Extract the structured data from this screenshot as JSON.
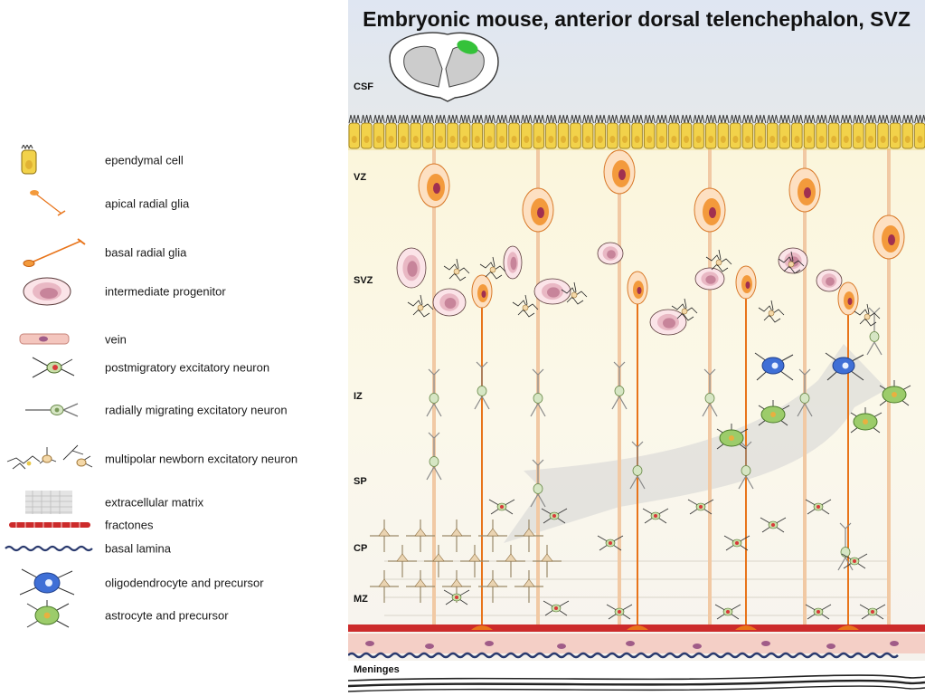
{
  "title": "Embryonic mouse, anterior dorsal telenchephalon, SVZ",
  "zones": [
    {
      "key": "csf",
      "label": "CSF"
    },
    {
      "key": "vz",
      "label": "VZ"
    },
    {
      "key": "svz",
      "label": "SVZ"
    },
    {
      "key": "iz",
      "label": "IZ"
    },
    {
      "key": "sp",
      "label": "SP"
    },
    {
      "key": "cp",
      "label": "CP"
    },
    {
      "key": "mz",
      "label": "MZ"
    },
    {
      "key": "meninges",
      "label": "Meninges"
    }
  ],
  "legend": [
    {
      "key": "ependymal",
      "label": "ependymal cell",
      "icon": "ependymal-cell-icon"
    },
    {
      "key": "apical-rg",
      "label": "apical  radial glia",
      "icon": "apical-radial-glia-icon"
    },
    {
      "key": "basal-rg",
      "label": "basal radial glia",
      "icon": "basal-radial-glia-icon"
    },
    {
      "key": "ip",
      "label": "intermediate progenitor",
      "icon": "intermediate-progenitor-icon"
    },
    {
      "key": "vein",
      "label": "vein",
      "icon": "vein-icon"
    },
    {
      "key": "postmig",
      "label": "postmigratory excitatory neuron",
      "icon": "postmigratory-neuron-icon"
    },
    {
      "key": "radmig",
      "label": "radially migrating excitatory neuron",
      "icon": "radially-migrating-neuron-icon"
    },
    {
      "key": "multipolar",
      "label": "multipolar  newborn excitatory neuron",
      "icon": "multipolar-neuron-icon"
    },
    {
      "key": "ecm",
      "label": "extracellular matrix",
      "icon": "extracellular-matrix-icon"
    },
    {
      "key": "fractones",
      "label": "fractones",
      "icon": "fractones-icon"
    },
    {
      "key": "basal-lamina",
      "label": "basal lamina",
      "icon": "basal-lamina-icon"
    },
    {
      "key": "oligo",
      "label": "oligodendrocyte and precursor",
      "icon": "oligodendrocyte-icon"
    },
    {
      "key": "astro",
      "label": "astrocyte and precursor",
      "icon": "astrocyte-icon"
    }
  ],
  "colors": {
    "ependymal": "#f2d24a",
    "radial_glia": "#f39a3c",
    "fiber": "#e8741a",
    "progenitor": "#e9b8c4",
    "neuron": "#c9dfa8",
    "oligodendrocyte": "#3f6fd6",
    "astrocyte": "#9ccc6a",
    "fractones": "#cc2b2b",
    "basal_lamina": "#2a3a6e",
    "csf_background": "#dfe6f2",
    "tissue_background": "#fbf7e6"
  }
}
